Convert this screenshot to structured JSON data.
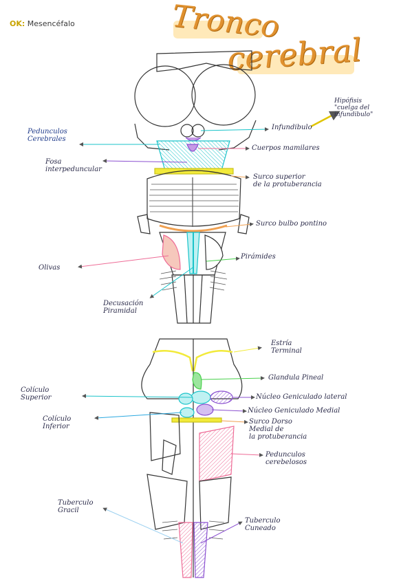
{
  "header": {
    "ok_prefix": "OK:",
    "ok_text": "Mesencéfalo",
    "title_line1": "Tronco",
    "title_line2": "cerebral"
  },
  "front_view": {
    "labels": {
      "pedunculos": "Pedunculos\nCerebrales",
      "fosa": "Fosa\ninterpeduncular",
      "infundibulo": "Infundibulo",
      "hipofisis": "Hipófisis\n\"cuelga del\n infundibulo\"",
      "cuerpos": "Cuerpos mamilares",
      "surco_superior": "Surco superior\nde la protuberancia",
      "surco_bulbo": "Surco bulbo pontino",
      "olivas": "Olivas",
      "piramides": "Pirámides",
      "decusacion": "Decusación\nPiramidal"
    }
  },
  "back_view": {
    "labels": {
      "estria": "Estría\nTerminal",
      "glandula": "Glandula Pineal",
      "coliculo_sup": "Colículo\nSuperior",
      "nucleo_lat": "Núcleo Geniculado lateral",
      "nucleo_med": "Núcleo Geniculado Medial",
      "coliculo_inf": "Colículo\nInferior",
      "surco_dorso": "Surco Dorso\nMedial de\nla protuberancia",
      "pedunculos": "Pedunculos\ncerebelosos",
      "tuberculo_gracil": "Tuberculo\nGracil",
      "tuberculo_cuneado": "Tuberculo\nCuneado"
    }
  },
  "colors": {
    "cyan": "#19c3c9",
    "pink": "#ee6b96",
    "purple": "#8a4fd0",
    "orange": "#f0a050",
    "green": "#47d04a",
    "yellow": "#f2ea3a",
    "blue": "#2aa8e0",
    "lightblue": "#9bd0f0",
    "peach": "#f6b8a8",
    "outline": "#333333"
  }
}
